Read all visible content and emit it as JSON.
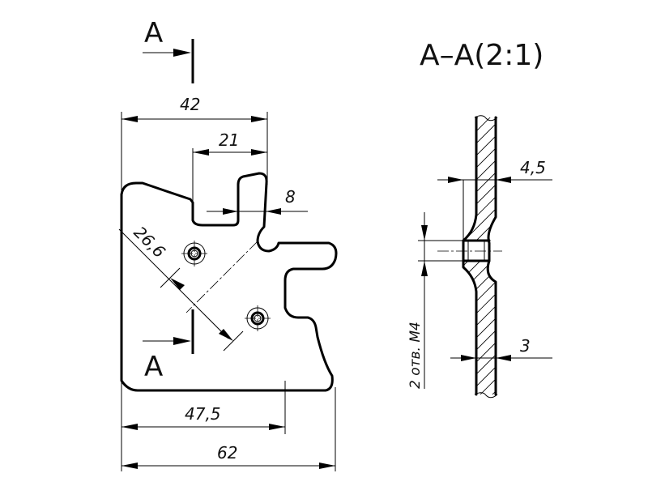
{
  "section_marker_top": "A",
  "section_marker_bottom": "A",
  "section_title": "A–A(2:1)",
  "dimensions": {
    "width_42": "42",
    "width_21": "21",
    "gap_8": "8",
    "diag_26_6": "26,6",
    "width_47_5": "47,5",
    "width_62": "62",
    "thickness_4_5": "4,5",
    "thickness_3": "3"
  },
  "hole_note": "2 отв. М4"
}
